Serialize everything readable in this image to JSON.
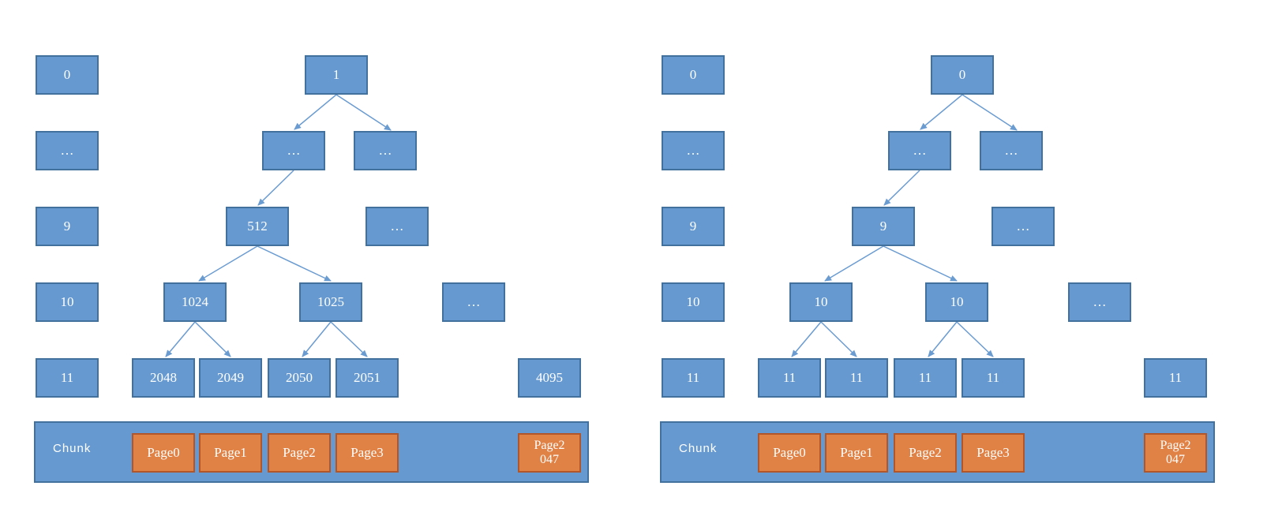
{
  "colors": {
    "node_fill": "#6699d0",
    "node_border": "#41719c",
    "page_fill": "#e08145",
    "page_border": "#b0562a",
    "edge": "#6a9bd1"
  },
  "panels": [
    {
      "levels": [
        "0",
        "…",
        "9",
        "10",
        "11"
      ],
      "nodes": {
        "root": "1",
        "l1_left": "…",
        "l1_right": "…",
        "l2_main": "512",
        "l2_other": "…",
        "l3_left": "1024",
        "l3_right": "1025",
        "l3_other": "…",
        "l4_a": "2048",
        "l4_b": "2049",
        "l4_c": "2050",
        "l4_d": "2051",
        "l4_last": "4095"
      },
      "chunk_label": "Chunk",
      "pages": [
        "Page0",
        "Page1",
        "Page2",
        "Page3"
      ],
      "last_page": "Page2\n047"
    },
    {
      "levels": [
        "0",
        "…",
        "9",
        "10",
        "11"
      ],
      "nodes": {
        "root": "0",
        "l1_left": "…",
        "l1_right": "…",
        "l2_main": "9",
        "l2_other": "…",
        "l3_left": "10",
        "l3_right": "10",
        "l3_other": "…",
        "l4_a": "11",
        "l4_b": "11",
        "l4_c": "11",
        "l4_d": "11",
        "l4_last": "11"
      },
      "chunk_label": "Chunk",
      "pages": [
        "Page0",
        "Page1",
        "Page2",
        "Page3"
      ],
      "last_page": "Page2\n047"
    }
  ]
}
